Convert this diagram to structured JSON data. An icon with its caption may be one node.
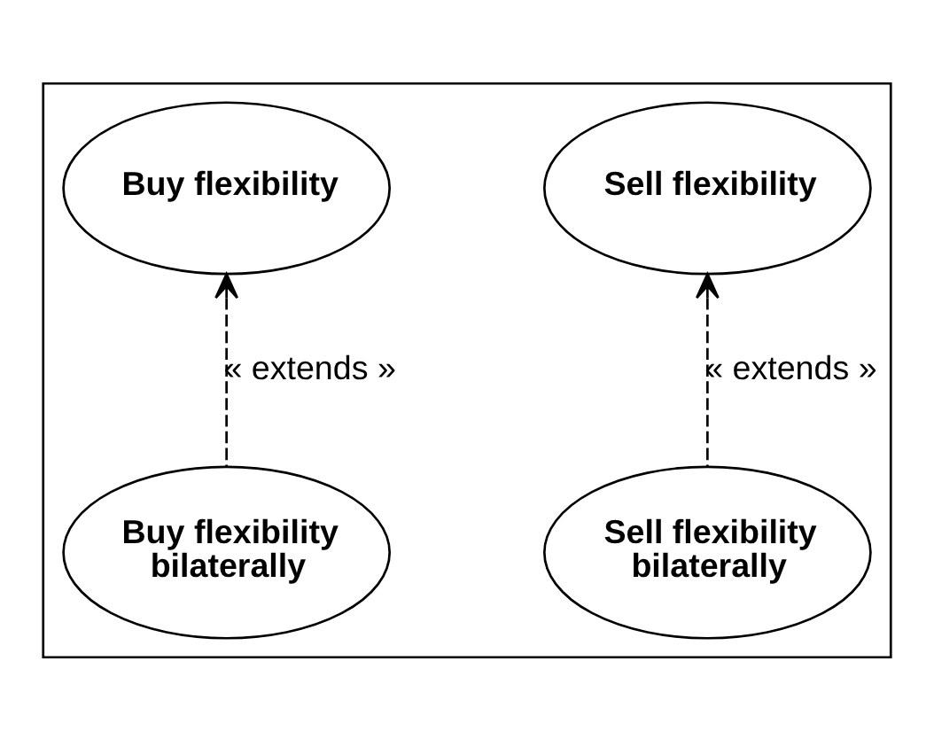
{
  "diagram": {
    "nodes": [
      {
        "text": [],
        "shape": "box"
      },
      {
        "text": [
          "Sell flexibility"
        ],
        "in": 0
      },
      {
        "text": [
          "Buy flexibility"
        ],
        "in": 0
      },
      {
        "text": [
          "Sell flexibility bilaterally"
        ],
        "in": 0
      },
      {
        "text": [
          "Buy flexibility bilaterally"
        ],
        "in": 0
      }
    ],
    "edges": [
      {
        "from": 3,
        "to": 1,
        "arrow": "to",
        "style": "dashed",
        "label": "« extends »"
      },
      {
        "from": 4,
        "to": 2,
        "arrow": "to",
        "style": "dashed",
        "label": "« extends »"
      }
    ]
  }
}
